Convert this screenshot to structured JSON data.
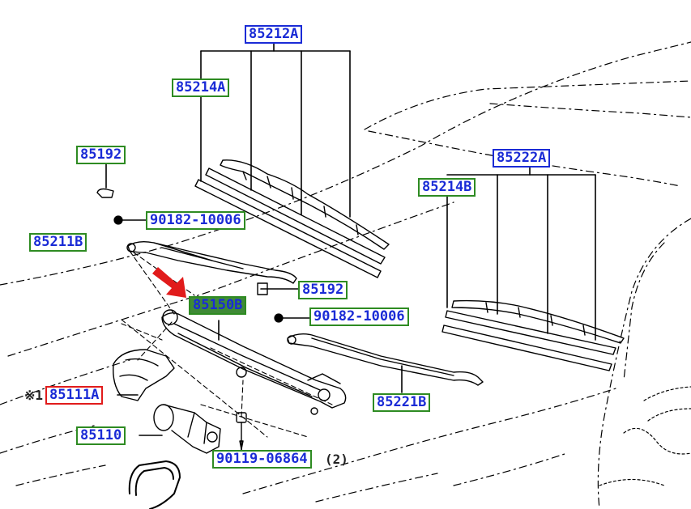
{
  "labels": {
    "l85212A": "85212A",
    "l85214A_left": "85214A",
    "l85192_top": "85192",
    "l90182_top": "90182-10006",
    "l85211B": "85211B",
    "l85192_mid": "85192",
    "l85150B": "85150B",
    "l90182_mid": "90182-10006",
    "l85222A": "85222A",
    "l85214B": "85214B",
    "l85221B": "85221B",
    "l85111A": "85111A",
    "l85110": "85110",
    "l90119": "90119-06864"
  },
  "annotations": {
    "note_mark": "※1",
    "qty": "(2)"
  },
  "colors": {
    "link_text": "#1a2bd6",
    "green_border": "#2e8b22",
    "blue_border": "#1a2bd6",
    "red_border": "#e11b1b",
    "highlight_fill": "#3f8a36",
    "arrow": "#e11b1b"
  }
}
